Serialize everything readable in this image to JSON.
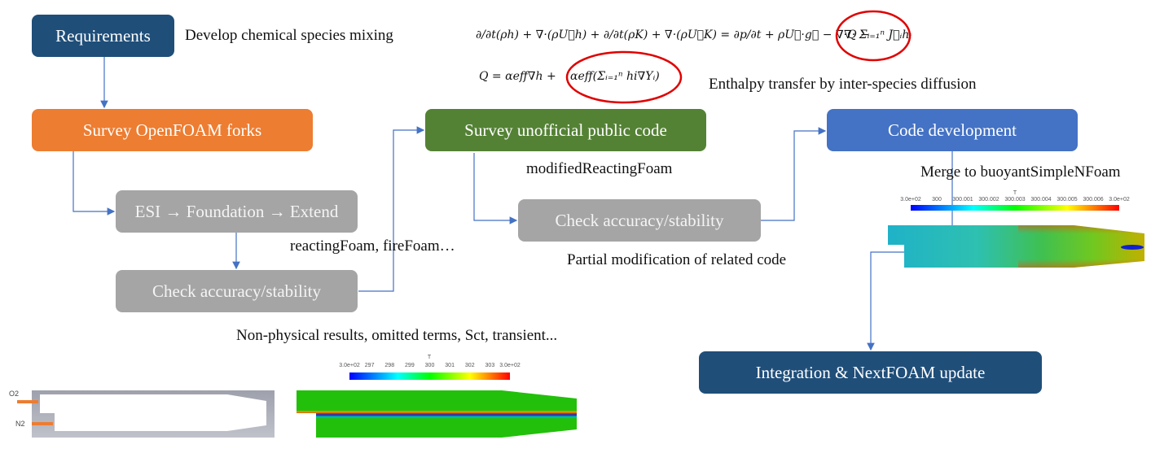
{
  "boxes": {
    "requirements": "Requirements",
    "survey_forks": "Survey OpenFOAM forks",
    "esi_chain": "ESI → Foundation → Extend",
    "check1": "Check accuracy/stability",
    "survey_unofficial": "Survey unofficial public code",
    "check2": "Check accuracy/stability",
    "code_dev": "Code development",
    "integration": "Integration & NextFOAM update"
  },
  "notes": {
    "requirements": "Develop chemical species mixing",
    "reacting": "reactingFoam, fireFoam…",
    "nonphysical": "Non-physical results, omitted terms, Sct, transient...",
    "modified": "modifiedReactingFoam",
    "partial": "Partial modification of related code",
    "merge": "Merge to buoyantSimpleNFoam",
    "enthalpy": "Enthalpy transfer by inter-species diffusion"
  },
  "equations": {
    "energy": "∂/∂t(ρh) + ∇·(ρU⃗h) + ∂/∂t(ρK) + ∇·(ρU⃗K) = ∂p/∂t + ρU⃗·g⃗ − ∇·Q −",
    "energy_circled": "∇· Σᵢ₌₁ⁿ J⃗ᵢhᵢ",
    "q_def": "Q = αeff∇h +",
    "q_circled": "αeff(Σᵢ₌₁ⁿ hi∇Yᵢ)"
  },
  "geometry_figure": {
    "inlet_top": "O2",
    "inlet_bottom": "N2"
  },
  "colorbar_left": {
    "title": "T",
    "ticks": [
      "3.0e+02",
      "297",
      "298",
      "299",
      "300",
      "301",
      "302",
      "303",
      "3.0e+02"
    ]
  },
  "colorbar_right": {
    "title": "T",
    "ticks": [
      "3.0e+02",
      "300",
      "300.001",
      "300.002",
      "300.003",
      "300.004",
      "300.005",
      "300.006",
      "3.0e+02"
    ]
  },
  "colors": {
    "navy": "#1f4e79",
    "orange": "#ed7d31",
    "green": "#548235",
    "gray": "#a5a5a5",
    "blue": "#4472c4",
    "connector": "#4472c4",
    "highlight": "#e00000"
  }
}
